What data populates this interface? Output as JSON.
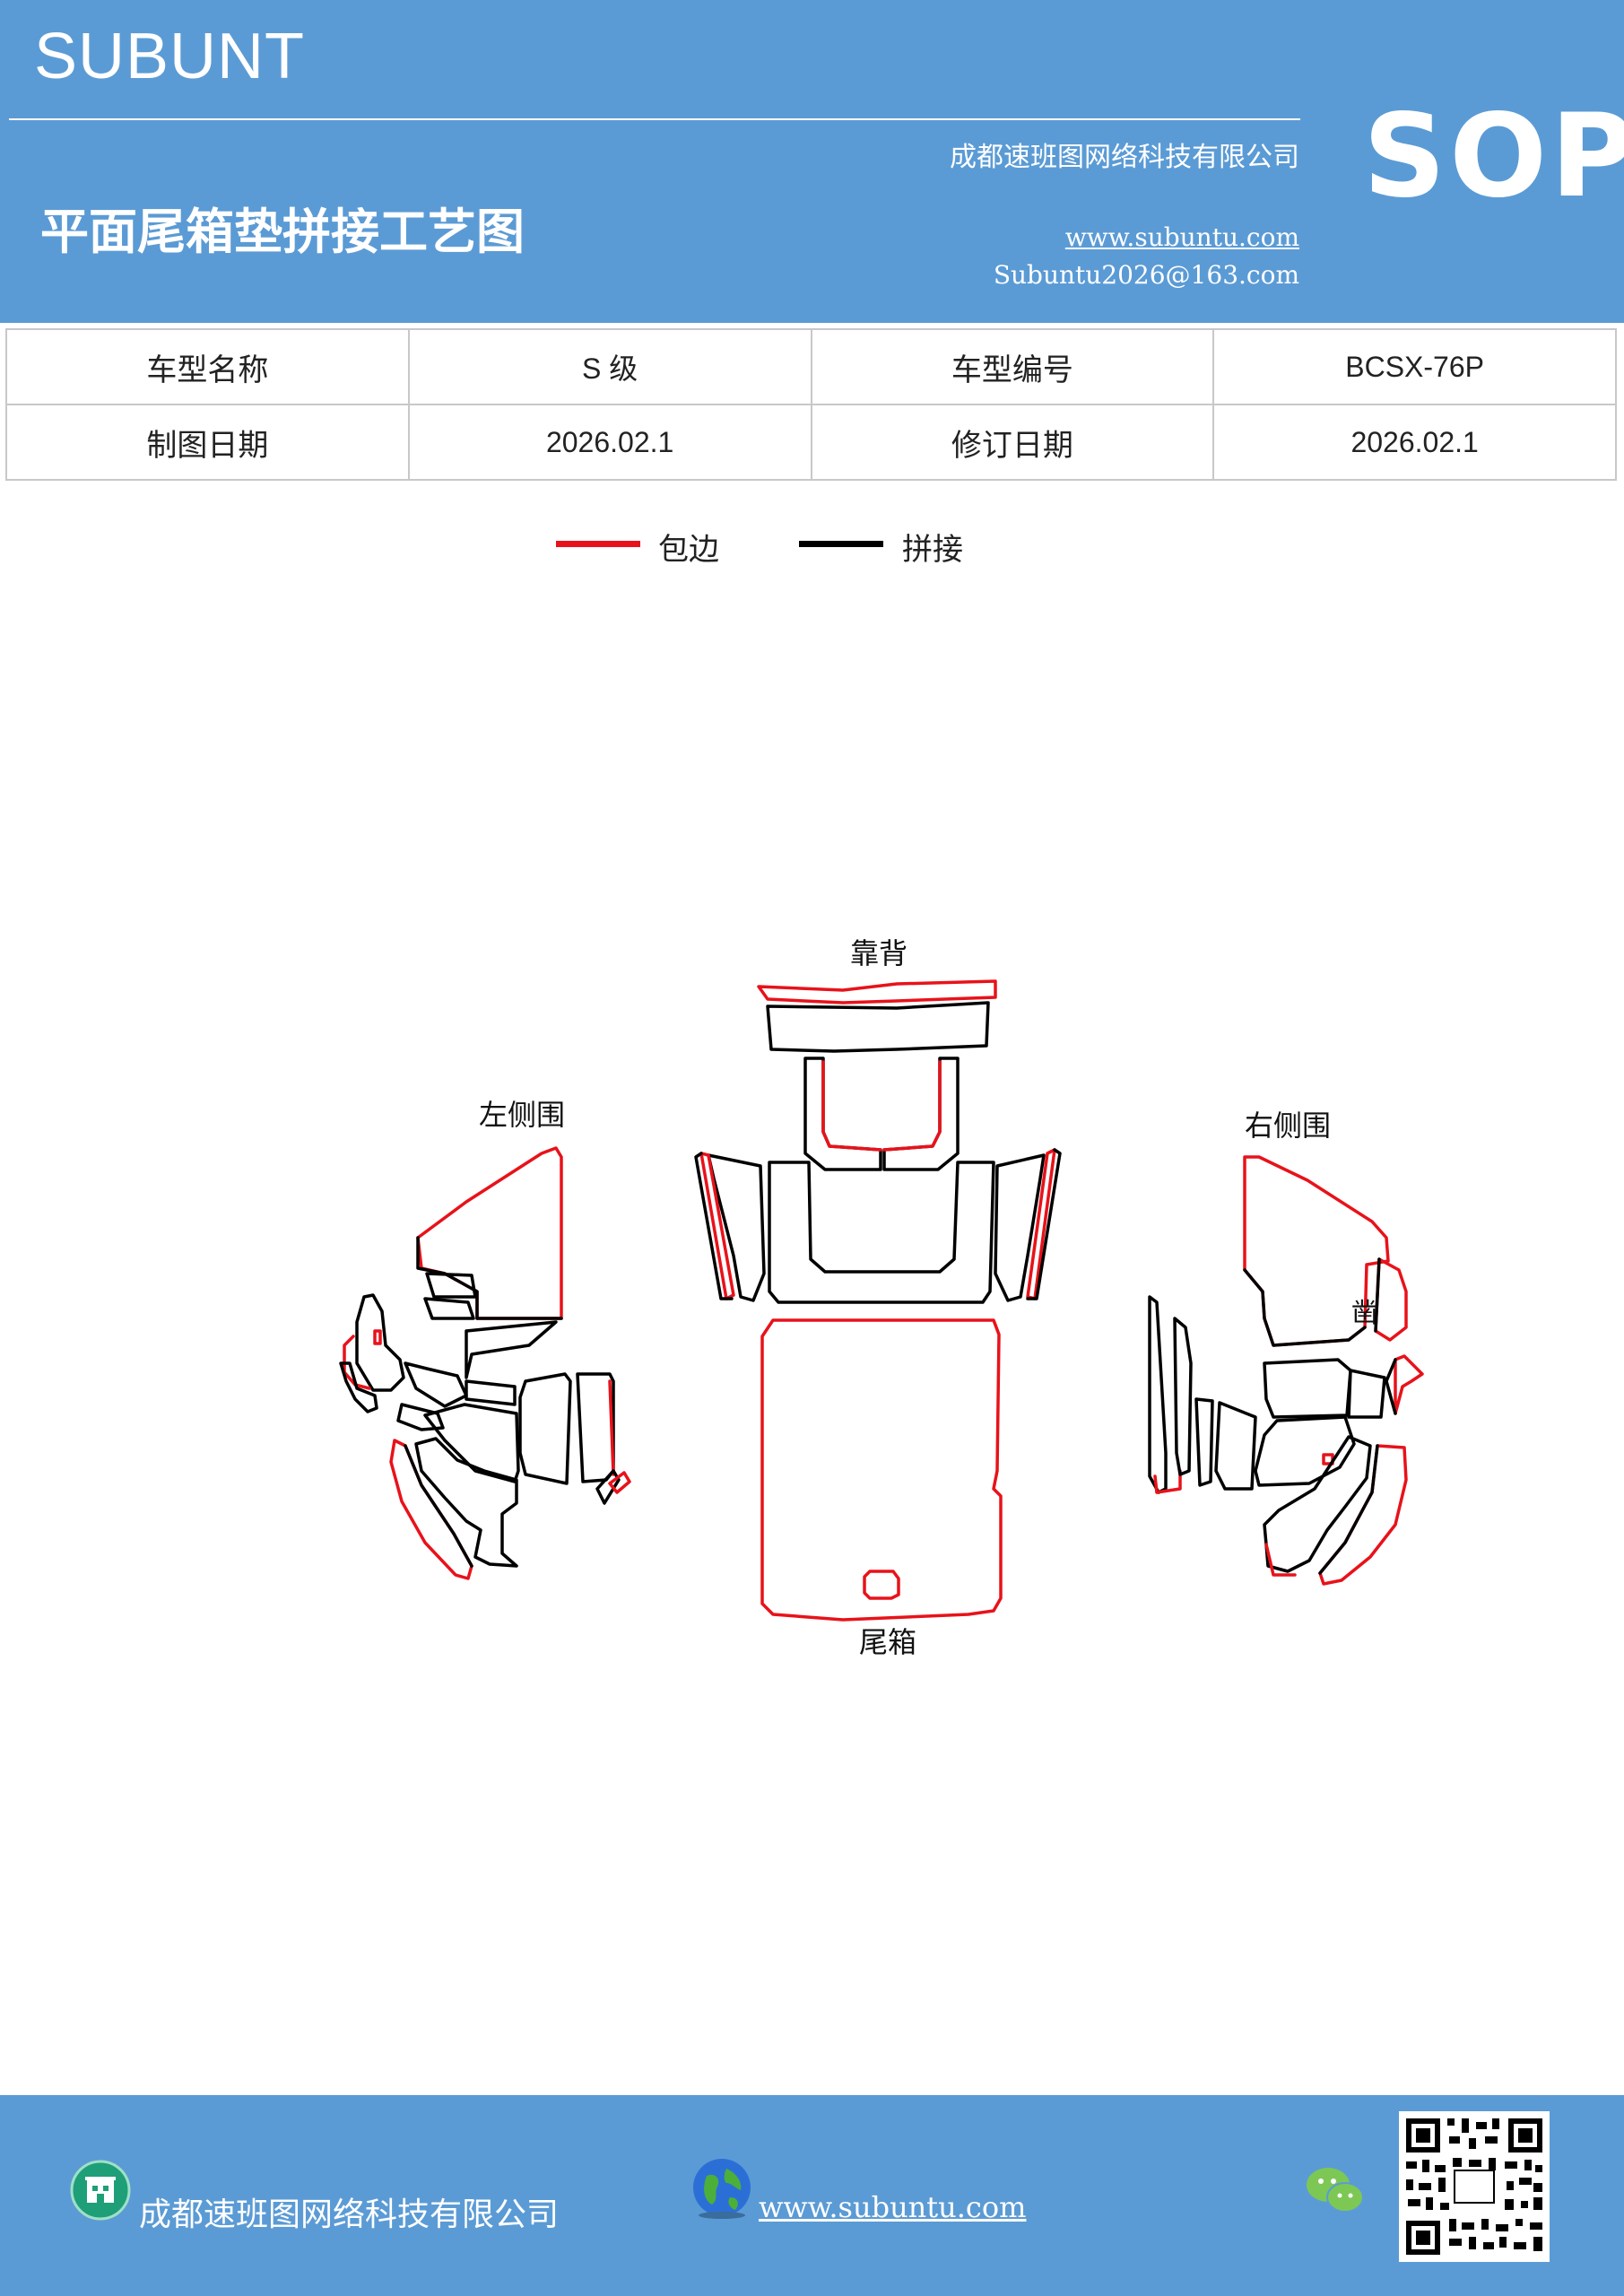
{
  "header": {
    "brand": "SUBUNT",
    "company": "成都速班图网络科技有限公司",
    "doc_title": "平面尾箱垫拼接工艺图",
    "website": "www.subuntu.com",
    "email": "Subuntu2026@163.com",
    "sop": "SOP",
    "background_color": "#5b9bd5"
  },
  "info_table": {
    "rows": [
      [
        "车型名称",
        "S 级",
        "车型编号",
        "BCSX-76P"
      ],
      [
        "制图日期",
        "2026.02.1",
        "修订日期",
        "2026.02.1"
      ]
    ]
  },
  "legend": {
    "items": [
      {
        "label": "包边",
        "color": "#e8121a"
      },
      {
        "label": "拼接",
        "color": "#000000"
      }
    ]
  },
  "diagram": {
    "labels": {
      "backrest": "靠背",
      "left_side": "左侧围",
      "right_side": "右侧围",
      "trunk": "尾箱",
      "right_mark": "凿"
    }
  },
  "footer": {
    "company": "成都速班图网络科技有限公司",
    "website": "www.subuntu.com",
    "icons": [
      "building-icon",
      "globe-icon",
      "wechat-icon",
      "qr-code"
    ]
  }
}
